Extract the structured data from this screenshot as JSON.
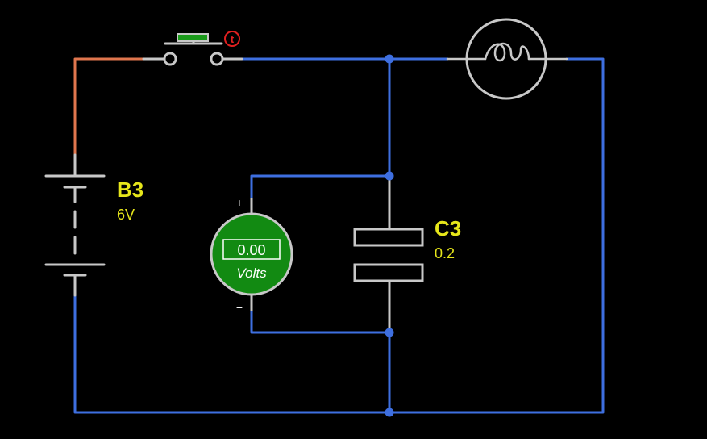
{
  "colors": {
    "background": "#000000",
    "wire_low": "#3e6fe0",
    "wire_high": "#e0764e",
    "component": "#c8c8c8",
    "node": "#3e6fe0",
    "label": "#e6e61a",
    "meter_body": "#128a12",
    "meter_text": "#ffffff",
    "timer_badge": "#e02020"
  },
  "battery": {
    "name": "B3",
    "value": "6V"
  },
  "capacitor": {
    "name": "C3",
    "value": "0.2"
  },
  "voltmeter": {
    "reading": "0.00",
    "unit": "Volts",
    "plus": "+",
    "minus": "−"
  },
  "switch": {
    "type": "push-button",
    "badge_icon": "timer-icon",
    "badge_text": "t"
  },
  "lamp": {
    "icon": "bulb-icon"
  }
}
